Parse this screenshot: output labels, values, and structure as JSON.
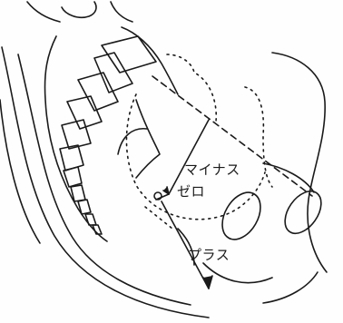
{
  "labels": {
    "minus": "マイナス",
    "zero": "ゼロ",
    "plus": "プラス"
  },
  "colors": {
    "ink": "#1a1a1a",
    "background": "#fefefe"
  }
}
